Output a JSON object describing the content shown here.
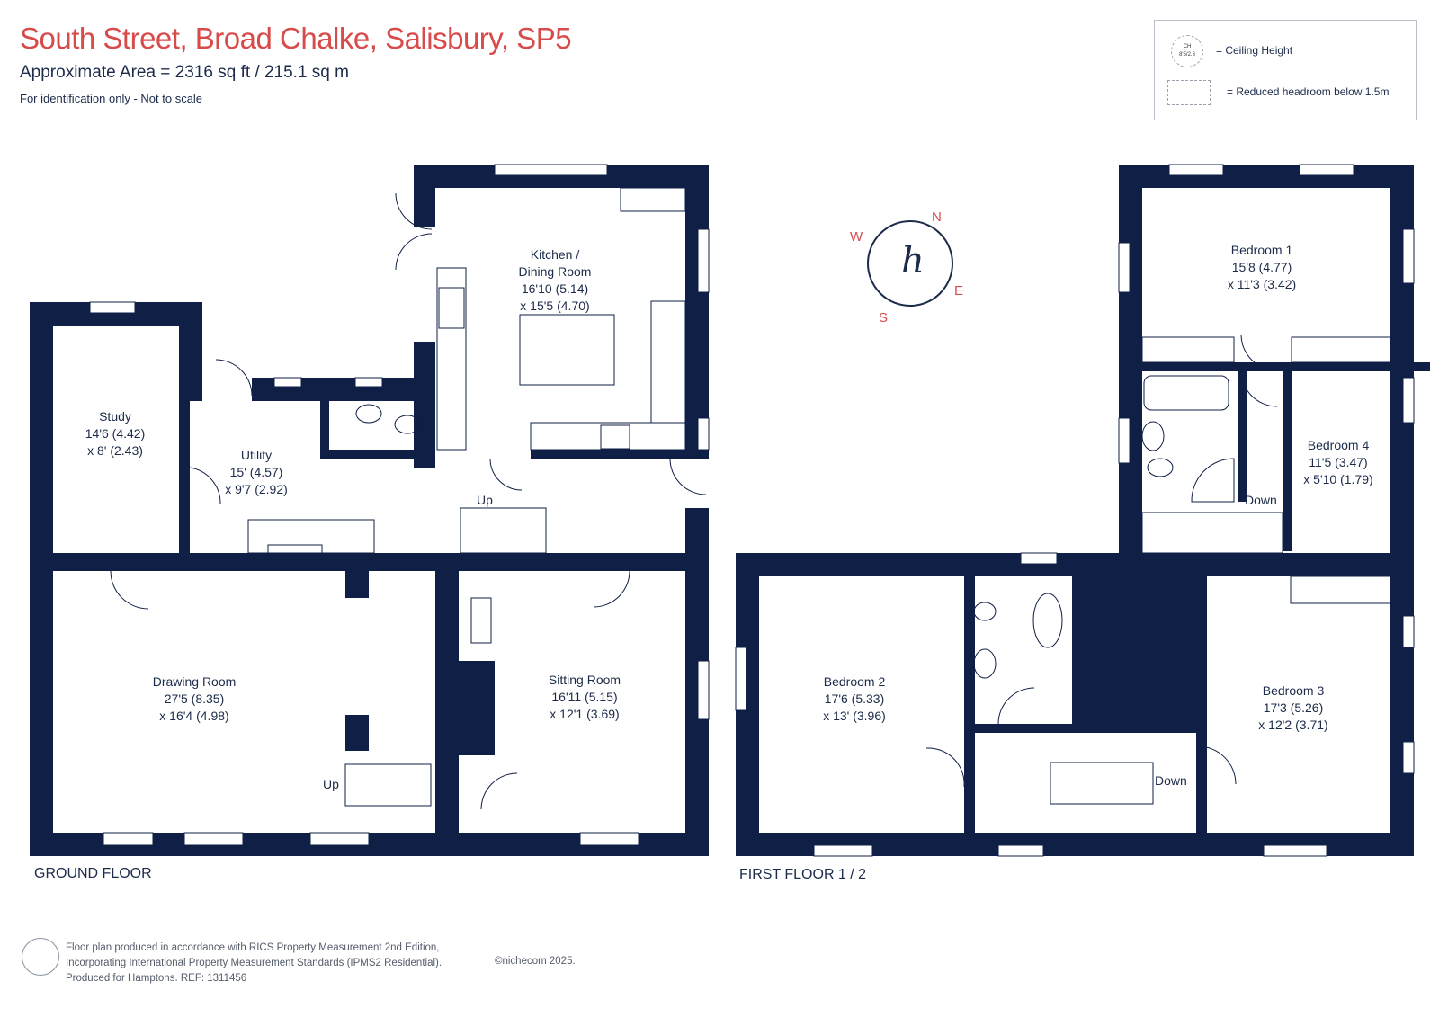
{
  "header": {
    "title": "South Street, Broad Chalke, Salisbury, SP5",
    "area": "Approximate Area = 2316 sq ft / 215.1 sq m",
    "note": "For identification only - Not to scale"
  },
  "legend": {
    "ceiling_height": "= Ceiling Height",
    "reduced_headroom": "= Reduced headroom below 1.5m",
    "ch_symbol_top": "CH",
    "ch_symbol_bottom": "8'5/2.6"
  },
  "compass": {
    "n": "N",
    "e": "E",
    "s": "S",
    "w": "W",
    "logo": "h"
  },
  "floors": {
    "ground": "GROUND FLOOR",
    "first": "FIRST FLOOR 1 / 2"
  },
  "rooms": {
    "kitchen": {
      "name1": "Kitchen /",
      "name2": "Dining Room",
      "dim1": "16'10 (5.14)",
      "dim2": "x 15'5 (4.70)"
    },
    "study": {
      "name": "Study",
      "dim1": "14'6 (4.42)",
      "dim2": "x 8' (2.43)"
    },
    "utility": {
      "name": "Utility",
      "dim1": "15' (4.57)",
      "dim2": "x 9'7 (2.92)"
    },
    "drawing": {
      "name": "Drawing Room",
      "dim1": "27'5 (8.35)",
      "dim2": "x 16'4 (4.98)"
    },
    "sitting": {
      "name": "Sitting Room",
      "dim1": "16'11 (5.15)",
      "dim2": "x 12'1 (3.69)"
    },
    "bedroom1": {
      "name": "Bedroom 1",
      "dim1": "15'8 (4.77)",
      "dim2": "x 11'3 (3.42)"
    },
    "bedroom4": {
      "name": "Bedroom 4",
      "dim1": "11'5 (3.47)",
      "dim2": "x 5'10 (1.79)"
    },
    "bedroom2": {
      "name": "Bedroom 2",
      "dim1": "17'6 (5.33)",
      "dim2": "x 13' (3.96)"
    },
    "bedroom3": {
      "name": "Bedroom 3",
      "dim1": "17'3 (5.26)",
      "dim2": "x 12'2 (3.71)"
    }
  },
  "stairs": {
    "ground_up_1": "Up",
    "ground_up_2": "Up",
    "first_down_1": "Down",
    "first_down_2": "Down"
  },
  "footer": {
    "line1": "Floor plan produced in accordance with RICS Property Measurement 2nd Edition,",
    "line2": "Incorporating International Property Measurement Standards (IPMS2 Residential).",
    "line3": "Produced for Hamptons.   REF:  1311456",
    "copyright": "©nichecom 2025."
  },
  "colors": {
    "title": "#d84b4b",
    "walls": "#0f1f45",
    "text": "#1c2b4a"
  }
}
